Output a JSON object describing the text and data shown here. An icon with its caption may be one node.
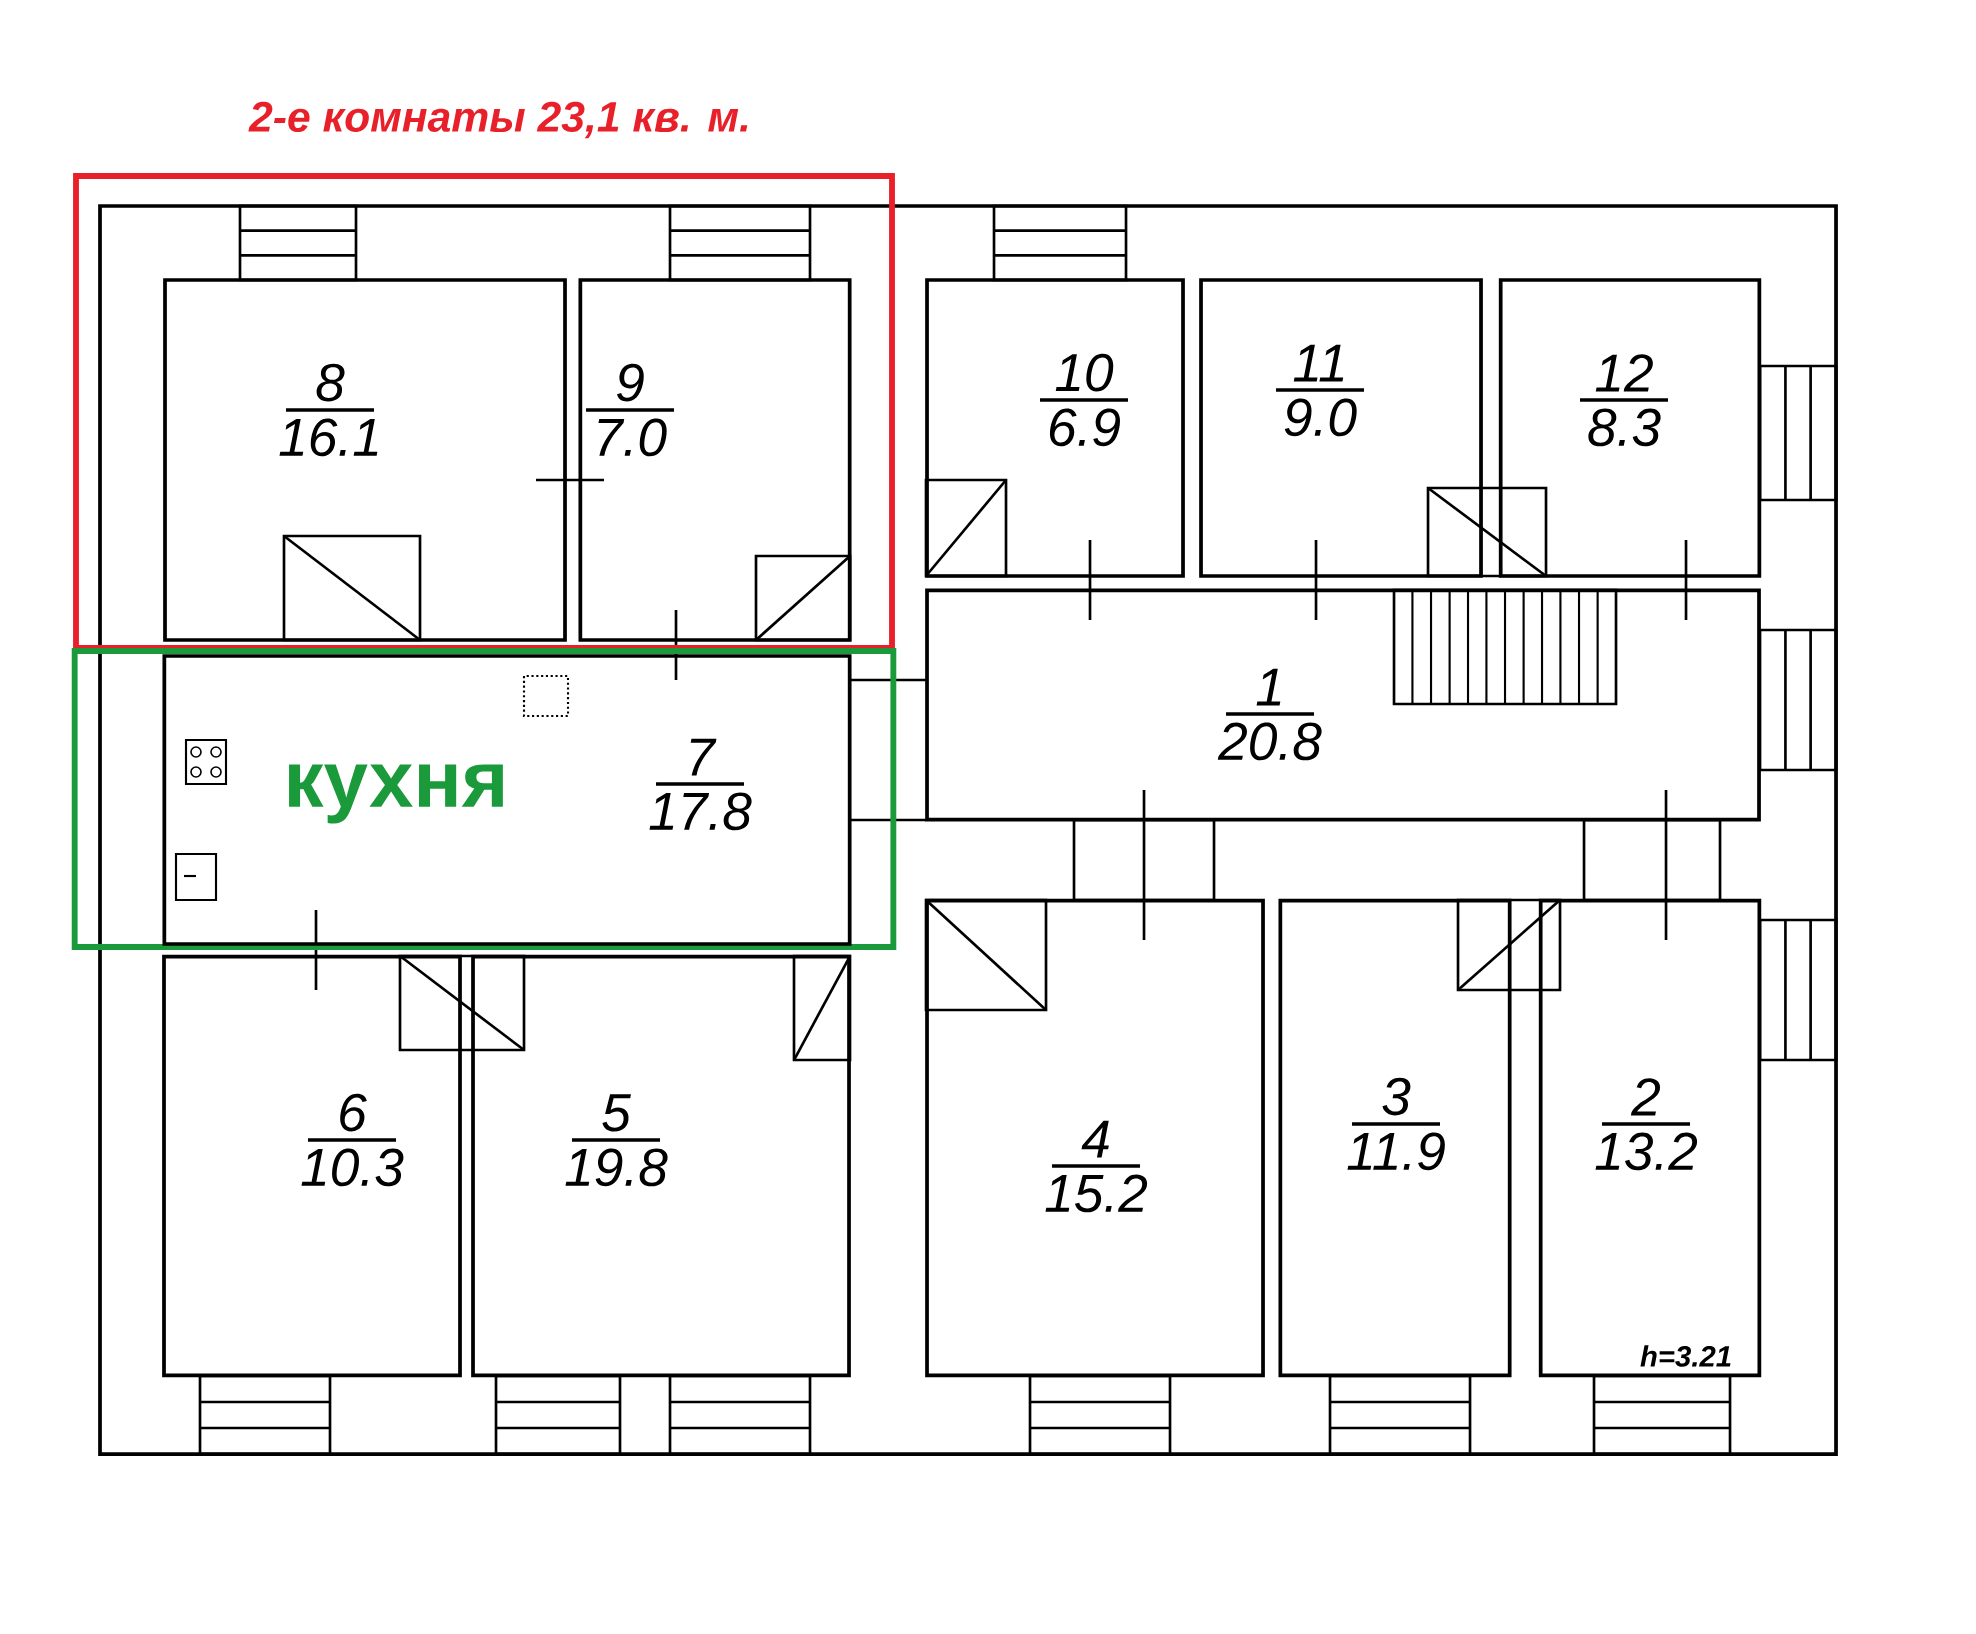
{
  "diagram": {
    "nodes": [
      {
        "text": [
          "2-е комнаты 23,1 кв. м."
        ]
      },
      {
        "text": [
          "8",
          "16.1"
        ],
        "in": 0
      },
      {
        "text": [
          "9",
          "7.0"
        ],
        "in": 0
      },
      {
        "text": [
          "10",
          "6.9"
        ]
      },
      {
        "text": [
          "11",
          "9.0"
        ]
      },
      {
        "text": [
          "12",
          "8.3"
        ]
      },
      {
        "text": [],
        "shape": "box"
      },
      {
        "text": [
          "кухня",
          "7",
          "17.8"
        ],
        "in": 6
      },
      {
        "text": [
          "1",
          "20.8"
        ]
      },
      {
        "text": [
          "6",
          "10.3"
        ]
      },
      {
        "text": [
          "5",
          "19.8"
        ]
      },
      {
        "text": [
          "4",
          "15.2"
        ]
      },
      {
        "text": [
          "3",
          "11.9"
        ]
      },
      {
        "text": [
          "2",
          "13.2"
        ]
      }
    ],
    "labels": [
      "h=3.21"
    ]
  }
}
